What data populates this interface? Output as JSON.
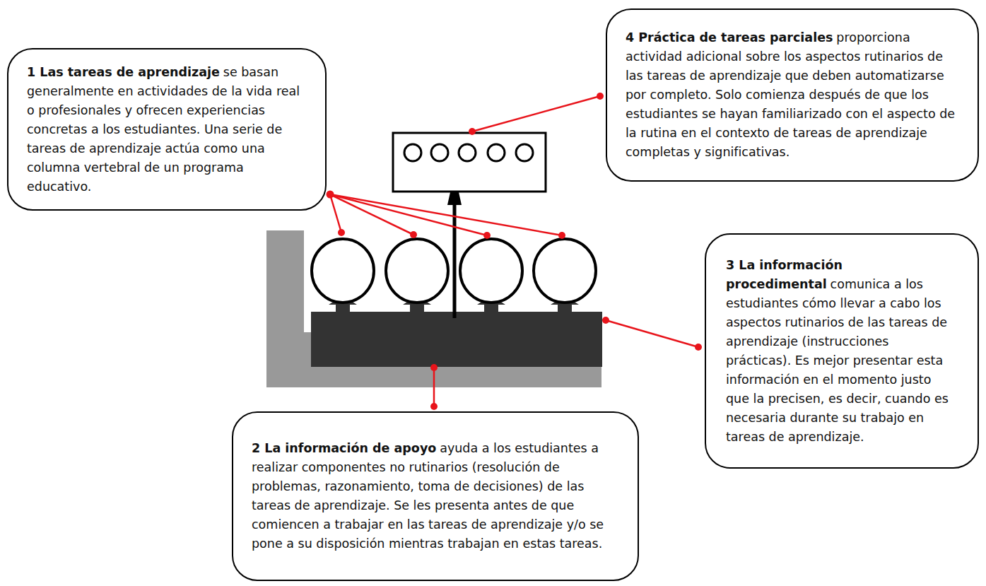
{
  "diagram": {
    "nodes": [
      {
        "text": [
          "1 Las tareas de aprendizaje",
          "se basan generalmente en actividades de la vida real o profesionales y ofrecen experiencias concretas a los estudiantes. Una serie de tareas de aprendizaje actúa como una columna vertebral de un programa educativo."
        ]
      },
      {
        "text": [
          "2 La información de apoyo",
          "ayuda a los estudiantes a realizar componentes no rutinarios (resolución de problemas, razonamiento, toma de decisiones) de las tareas de aprendizaje. Se les presenta antes de que comiencen a trabajar en las tareas de aprendizaje y/o se pone a su disposición mientras trabajan en estas tareas."
        ]
      },
      {
        "text": [
          "3 La información procedimental",
          "comunica a los estudiantes cómo llevar a cabo los aspectos rutinarios de las tareas de aprendizaje (instrucciones prácticas). Es mejor presentar esta información en el momento justo que la precisen, es decir, cuando es necesaria durante su trabajo en tareas de aprendizaje."
        ]
      },
      {
        "text": [
          "4 Práctica de tareas parciales",
          "proporciona actividad adicional sobre los aspectos rutinarios de las tareas de aprendizaje que deben automatizarse por completo. Solo comienza después de que los estudiantes se hayan familiarizado con el aspecto de la rutina en el contexto de tareas de aprendizaje completas y significativas."
        ]
      }
    ]
  }
}
